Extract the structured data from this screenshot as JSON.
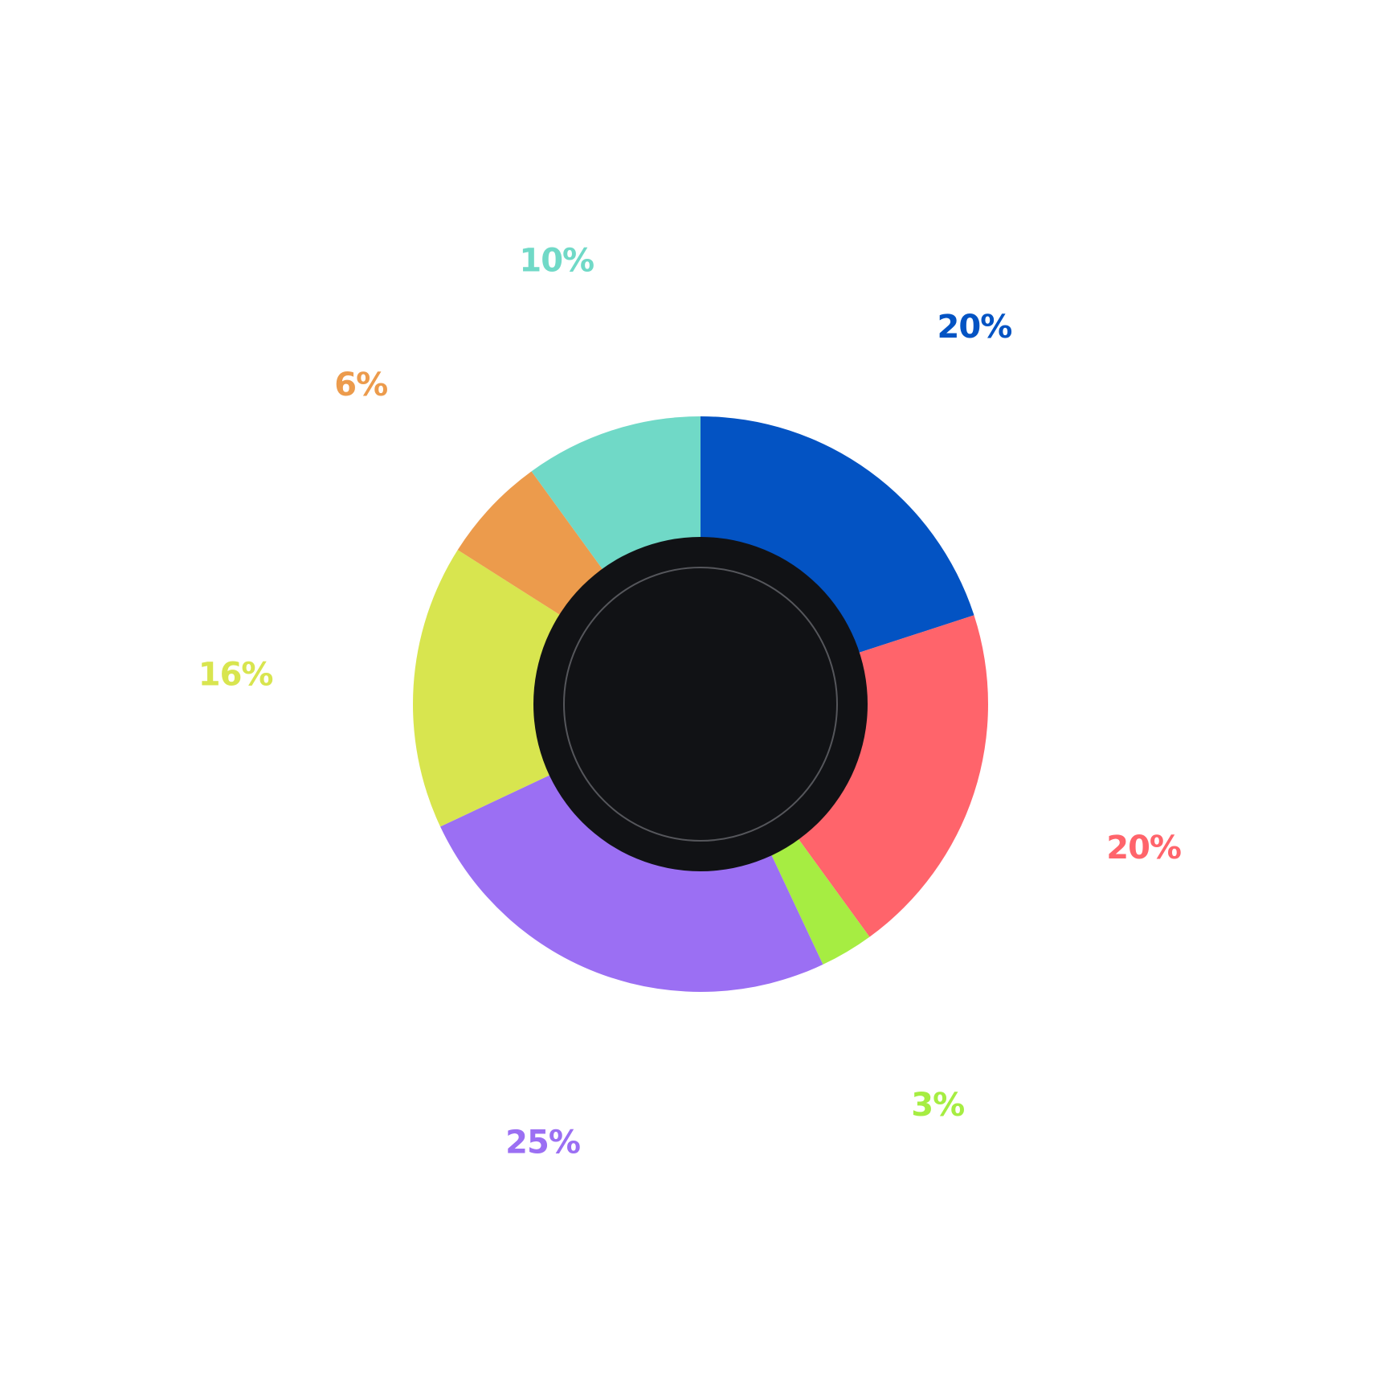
{
  "chart_data": {
    "type": "pie",
    "variant": "donut",
    "start": "12 o'clock, clockwise",
    "center_color": "#111215",
    "center_ring_color": "#55565b",
    "slices": [
      {
        "value": 20,
        "label": "20%",
        "color": "#0353c3"
      },
      {
        "value": 20,
        "label": "20%",
        "color": "#ff646b"
      },
      {
        "value": 3,
        "label": "3%",
        "color": "#a6ed42"
      },
      {
        "value": 25,
        "label": "25%",
        "color": "#9b6ff3"
      },
      {
        "value": 16,
        "label": "16%",
        "color": "#d8e54f"
      },
      {
        "value": 6,
        "label": "6%",
        "color": "#ec9b4c"
      },
      {
        "value": 10,
        "label": "10%",
        "color": "#70d9c7"
      }
    ]
  }
}
